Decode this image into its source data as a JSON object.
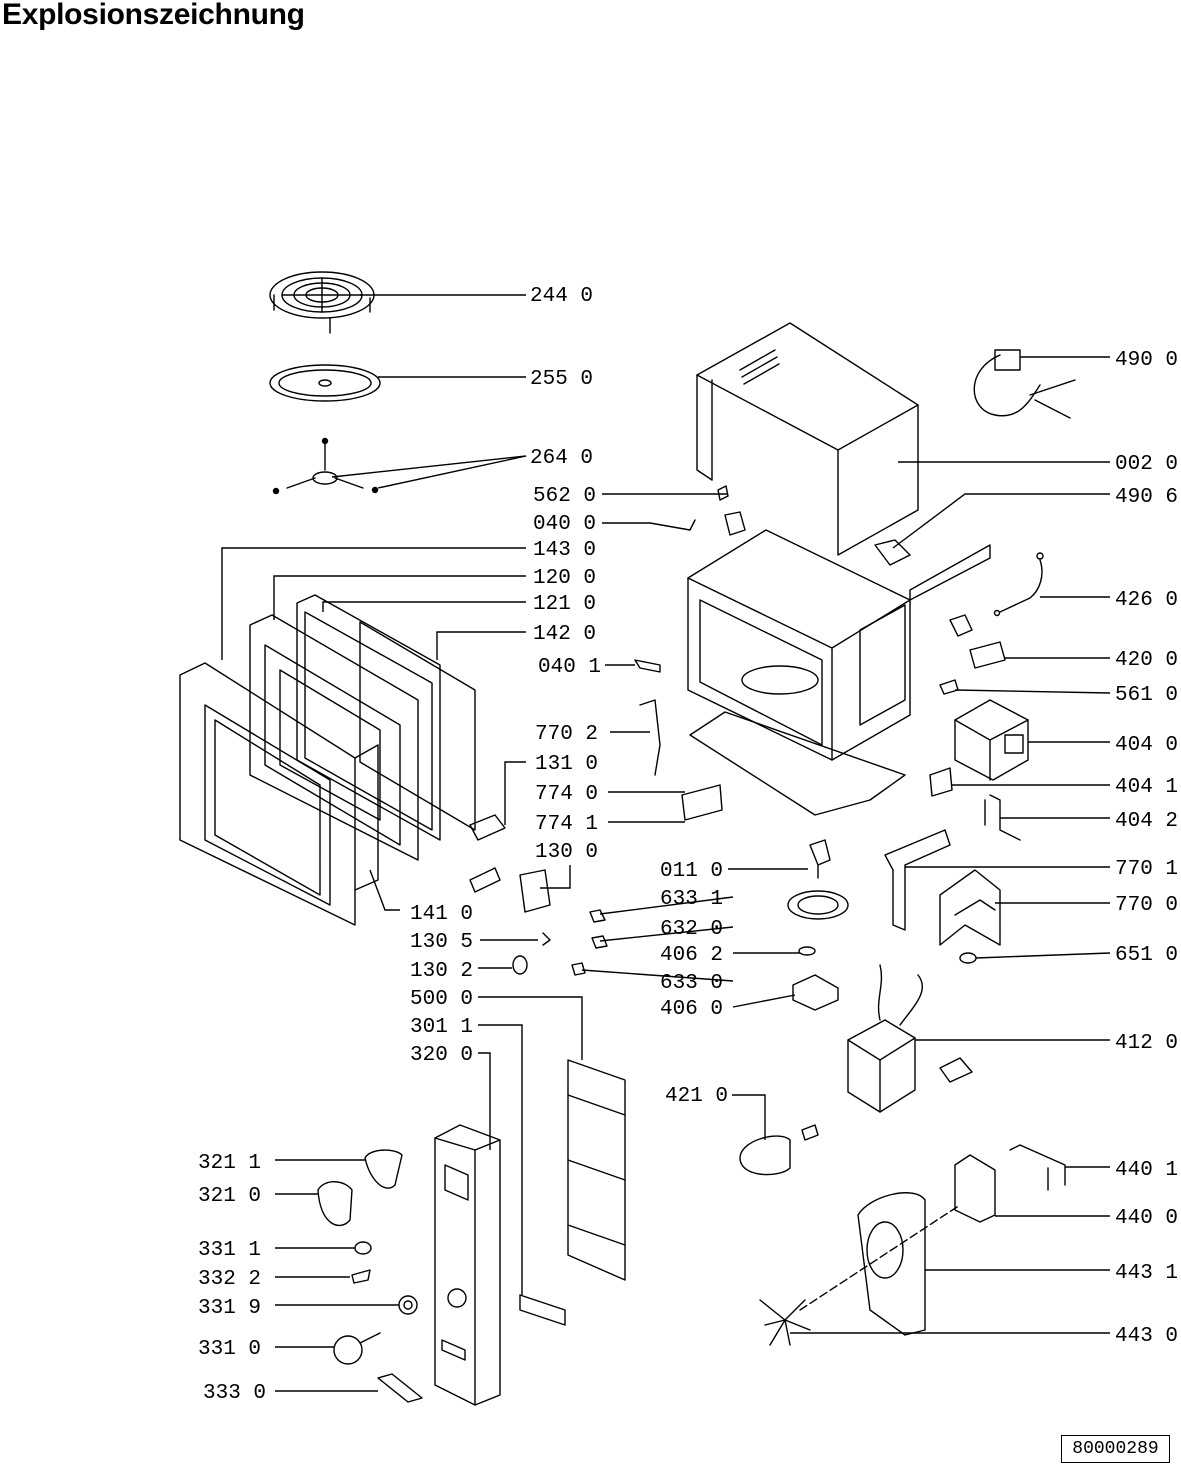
{
  "title": "Explosionszeichnung",
  "document_number": "80000289",
  "parts": [
    {
      "code": "244",
      "variant": "0"
    },
    {
      "code": "255",
      "variant": "0"
    },
    {
      "code": "264",
      "variant": "0"
    },
    {
      "code": "562",
      "variant": "0"
    },
    {
      "code": "040",
      "variant": "0"
    },
    {
      "code": "143",
      "variant": "0"
    },
    {
      "code": "120",
      "variant": "0"
    },
    {
      "code": "121",
      "variant": "0"
    },
    {
      "code": "142",
      "variant": "0"
    },
    {
      "code": "040",
      "variant": "1"
    },
    {
      "code": "770",
      "variant": "2"
    },
    {
      "code": "131",
      "variant": "0"
    },
    {
      "code": "774",
      "variant": "0"
    },
    {
      "code": "774",
      "variant": "1"
    },
    {
      "code": "130",
      "variant": "0"
    },
    {
      "code": "141",
      "variant": "0"
    },
    {
      "code": "130",
      "variant": "5"
    },
    {
      "code": "130",
      "variant": "2"
    },
    {
      "code": "500",
      "variant": "0"
    },
    {
      "code": "301",
      "variant": "1"
    },
    {
      "code": "320",
      "variant": "0"
    },
    {
      "code": "321",
      "variant": "1"
    },
    {
      "code": "321",
      "variant": "0"
    },
    {
      "code": "331",
      "variant": "1"
    },
    {
      "code": "332",
      "variant": "2"
    },
    {
      "code": "331",
      "variant": "9"
    },
    {
      "code": "331",
      "variant": "0"
    },
    {
      "code": "333",
      "variant": "0"
    },
    {
      "code": "011",
      "variant": "0"
    },
    {
      "code": "633",
      "variant": "1"
    },
    {
      "code": "632",
      "variant": "0"
    },
    {
      "code": "406",
      "variant": "2"
    },
    {
      "code": "633",
      "variant": "0"
    },
    {
      "code": "406",
      "variant": "0"
    },
    {
      "code": "421",
      "variant": "0"
    },
    {
      "code": "490",
      "variant": "0"
    },
    {
      "code": "002",
      "variant": "0"
    },
    {
      "code": "490",
      "variant": "6"
    },
    {
      "code": "426",
      "variant": "0"
    },
    {
      "code": "420",
      "variant": "0"
    },
    {
      "code": "561",
      "variant": "0"
    },
    {
      "code": "404",
      "variant": "0"
    },
    {
      "code": "404",
      "variant": "1"
    },
    {
      "code": "404",
      "variant": "2"
    },
    {
      "code": "770",
      "variant": "1"
    },
    {
      "code": "770",
      "variant": "0"
    },
    {
      "code": "651",
      "variant": "0"
    },
    {
      "code": "412",
      "variant": "0"
    },
    {
      "code": "440",
      "variant": "1"
    },
    {
      "code": "440",
      "variant": "0"
    },
    {
      "code": "443",
      "variant": "1"
    },
    {
      "code": "443",
      "variant": "0"
    }
  ]
}
